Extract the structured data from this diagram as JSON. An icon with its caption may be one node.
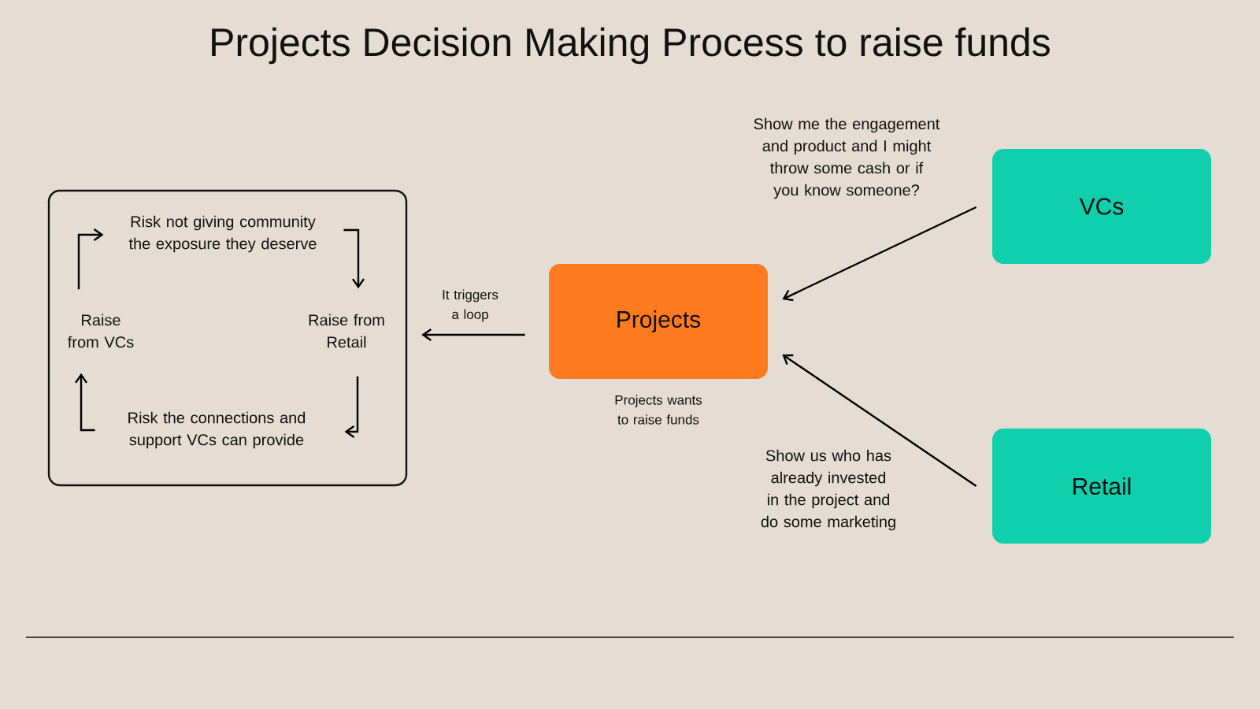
{
  "diagram": {
    "title": "Projects Decision Making Process to raise funds",
    "nodes": [
      {
        "text": [],
        "shape": "box"
      },
      {
        "text": [
          "Raise from VCs"
        ],
        "in": 0
      },
      {
        "text": [
          "Risk not giving community the exposure they deserve"
        ],
        "in": 0
      },
      {
        "text": [
          "Raise from Retail"
        ],
        "in": 0
      },
      {
        "text": [
          "Risk the connections and support VCs can provide"
        ],
        "in": 0
      },
      {
        "text": [
          "Projects"
        ],
        "beside": [
          "Projects wants to raise funds"
        ]
      },
      {
        "text": [
          "VCs"
        ]
      },
      {
        "text": [
          "Retail"
        ]
      }
    ],
    "edges": [
      {
        "from": 1,
        "to": 2,
        "arrow": "to"
      },
      {
        "from": 2,
        "to": 3,
        "arrow": "to"
      },
      {
        "from": 3,
        "to": 4,
        "arrow": "to"
      },
      {
        "from": 4,
        "to": 1,
        "arrow": "to"
      },
      {
        "from": 5,
        "to": 0,
        "arrow": "to",
        "label": "It triggers a loop"
      },
      {
        "from": 6,
        "to": 5,
        "arrow": "to",
        "label": "Show me the engagement and product and I might throw some cash or if you know someone?"
      },
      {
        "from": 7,
        "to": 5,
        "arrow": "to",
        "label": "Show us who has already invested in the project and do some marketing"
      }
    ]
  }
}
